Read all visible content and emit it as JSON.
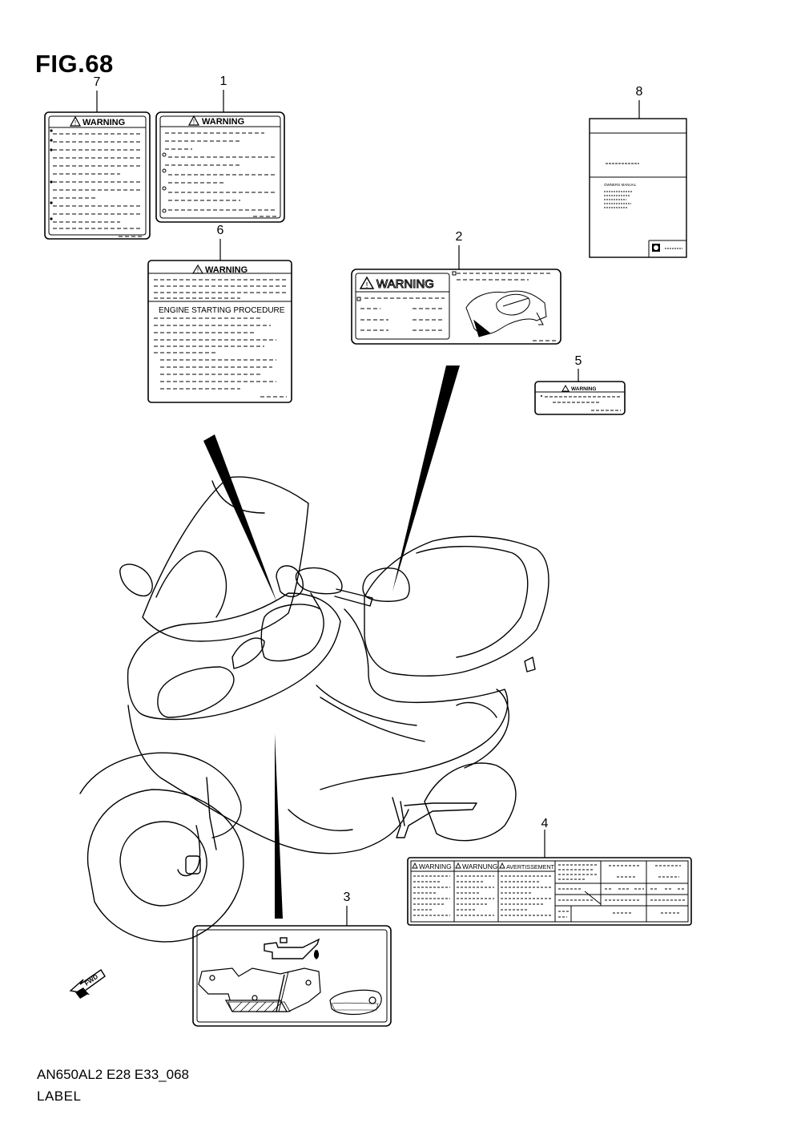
{
  "figure": {
    "title": "FIG.68",
    "footer_code": "AN650AL2 E28 E33_068",
    "footer_label": "LABEL"
  },
  "callouts": [
    "7",
    "1",
    "8",
    "6",
    "2",
    "5",
    "4",
    "3"
  ],
  "labels": {
    "warning": "WARNING",
    "engine_starting": "ENGINE STARTING PROCEDURE",
    "owners_manual": "OWNERS MANUAL",
    "label4_warning": "WARNING",
    "label4_varnung": "WARNUNG",
    "label4_avertissement": "AVERTISSEMENT",
    "fwd": "FWD"
  }
}
